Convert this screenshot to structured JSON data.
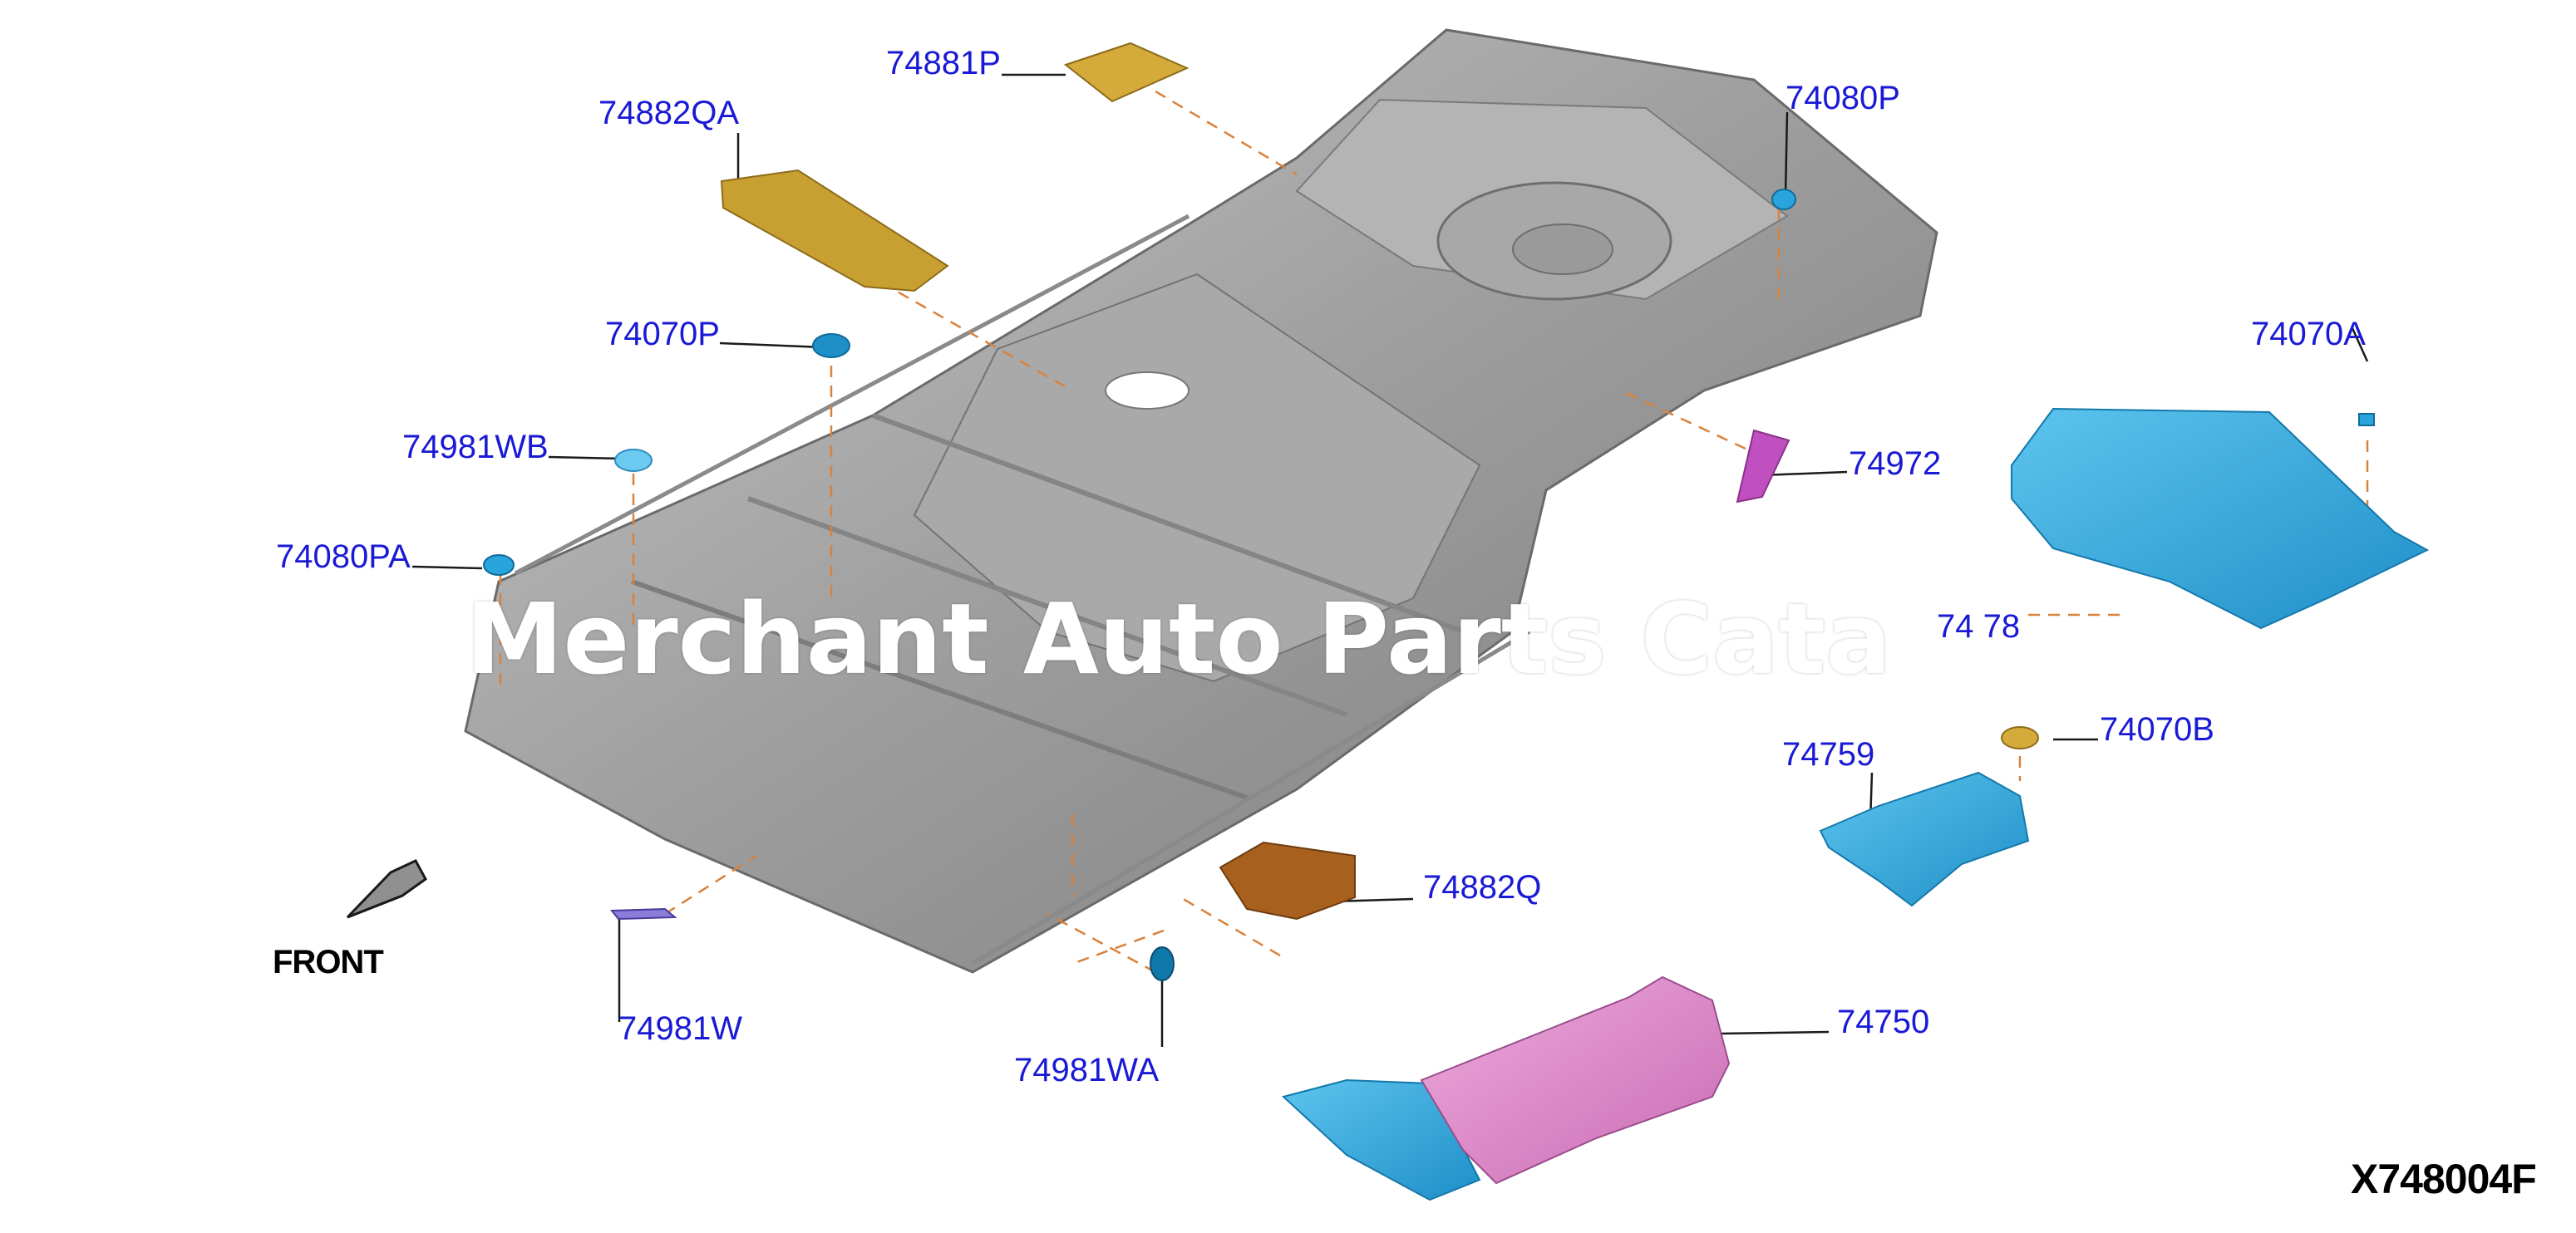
{
  "callouts": [
    {
      "id": "74882QA",
      "label": "74882QA"
    },
    {
      "id": "74881P",
      "label": "74881P"
    },
    {
      "id": "74080P",
      "label": "74080P"
    },
    {
      "id": "74070P",
      "label": "74070P"
    },
    {
      "id": "74981WB",
      "label": "74981WB"
    },
    {
      "id": "74080PA",
      "label": "74080PA"
    },
    {
      "id": "74972",
      "label": "74972"
    },
    {
      "id": "74070A",
      "label": "74070A"
    },
    {
      "id": "7478",
      "label": "74 78"
    },
    {
      "id": "74759",
      "label": "74759"
    },
    {
      "id": "74070B",
      "label": "74070B"
    },
    {
      "id": "74882Q",
      "label": "74882Q"
    },
    {
      "id": "74981W",
      "label": "74981W"
    },
    {
      "id": "74981WA",
      "label": "74981WA"
    },
    {
      "id": "74750",
      "label": "74750"
    }
  ],
  "front_label": "FRONT",
  "diagram_code": "X748004F",
  "watermark_text": "Merchant Auto Parts Cata",
  "colors": {
    "callout_text": "#1a1ad6",
    "floor_panel": "#9a9a9a",
    "gold_part": "#c8a032",
    "blue_part": "#2aa4dc",
    "pink_part": "#d982c8",
    "brown_part": "#a8601e",
    "leader_dash": "#d9823c"
  }
}
